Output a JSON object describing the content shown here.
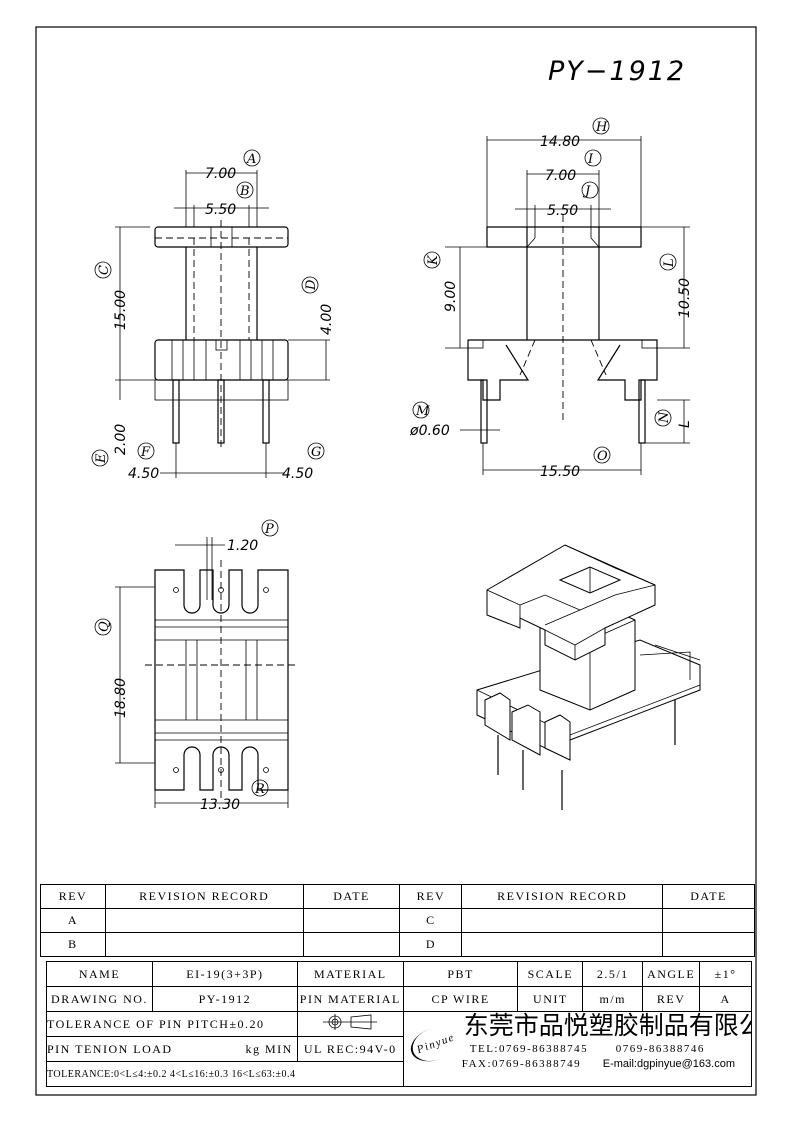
{
  "title": "PY−1912",
  "dimensions": {
    "A": "A",
    "B": "B",
    "C": "C",
    "D": "D",
    "E": "E",
    "F": "F",
    "G": "G",
    "H": "H",
    "I": "I",
    "J": "J",
    "K": "K",
    "L": "L",
    "M": "M",
    "N": "N",
    "O": "O",
    "P": "P",
    "Q": "Q",
    "R": "R",
    "a_val": "7.00",
    "b_val": "5.50",
    "c_val": "15.00",
    "d_val": "4.00",
    "e_val": "2.00",
    "f_val": "4.50",
    "g_val": "4.50",
    "h_val": "14.80",
    "i_val": "7.00",
    "j_val": "5.50",
    "k_val": "9.00",
    "l_val": "10.50",
    "m_val": "ø0.60",
    "n_val": "L",
    "o_val": "15.50",
    "p_val": "1.20",
    "q_val": "18.80",
    "r_val": "13.30"
  },
  "revision_table": {
    "headers": [
      "REV",
      "REVISION RECORD",
      "DATE",
      "REV",
      "REVISION RECORD",
      "DATE"
    ],
    "rows": [
      [
        "A",
        "",
        "",
        "C",
        "",
        ""
      ],
      [
        "B",
        "",
        "",
        "D",
        "",
        ""
      ]
    ]
  },
  "title_block": {
    "name_label": "NAME",
    "name_value": "EI-19(3+3P)",
    "material_label": "MATERIAL",
    "material_value": "PBT",
    "scale_label": "SCALE",
    "scale_value": "2.5/1",
    "angle_label": "ANGLE",
    "angle_value": "±1°",
    "drawing_no_label": "DRAWING NO.",
    "drawing_no_value": "PY-1912",
    "pin_material_label": "PIN MATERIAL",
    "pin_material_value": "CP WIRE",
    "unit_label": "UNIT",
    "unit_value": "m/m",
    "rev_label": "REV",
    "rev_value": "A",
    "pin_pitch_tolerance": "TOLERANCE OF PIN PITCH±0.20",
    "pin_tension_label": "PIN TENION LOAD",
    "pin_tension_unit": "kg MIN",
    "ul_rec": "UL REC:94V-0",
    "tolerance": "TOLERANCE:0<L≤4:±0.2  4<L≤16:±0.3  16<L≤63:±0.4"
  },
  "company": {
    "logo": "Pinyue",
    "name": "东莞市品悦塑胶制品有限公司",
    "tel": "TEL:0769-86388745",
    "tel2": "0769-86388746",
    "fax": "FAX:0769-86388749",
    "email": "E-mail:dgpinyue@163.com"
  }
}
